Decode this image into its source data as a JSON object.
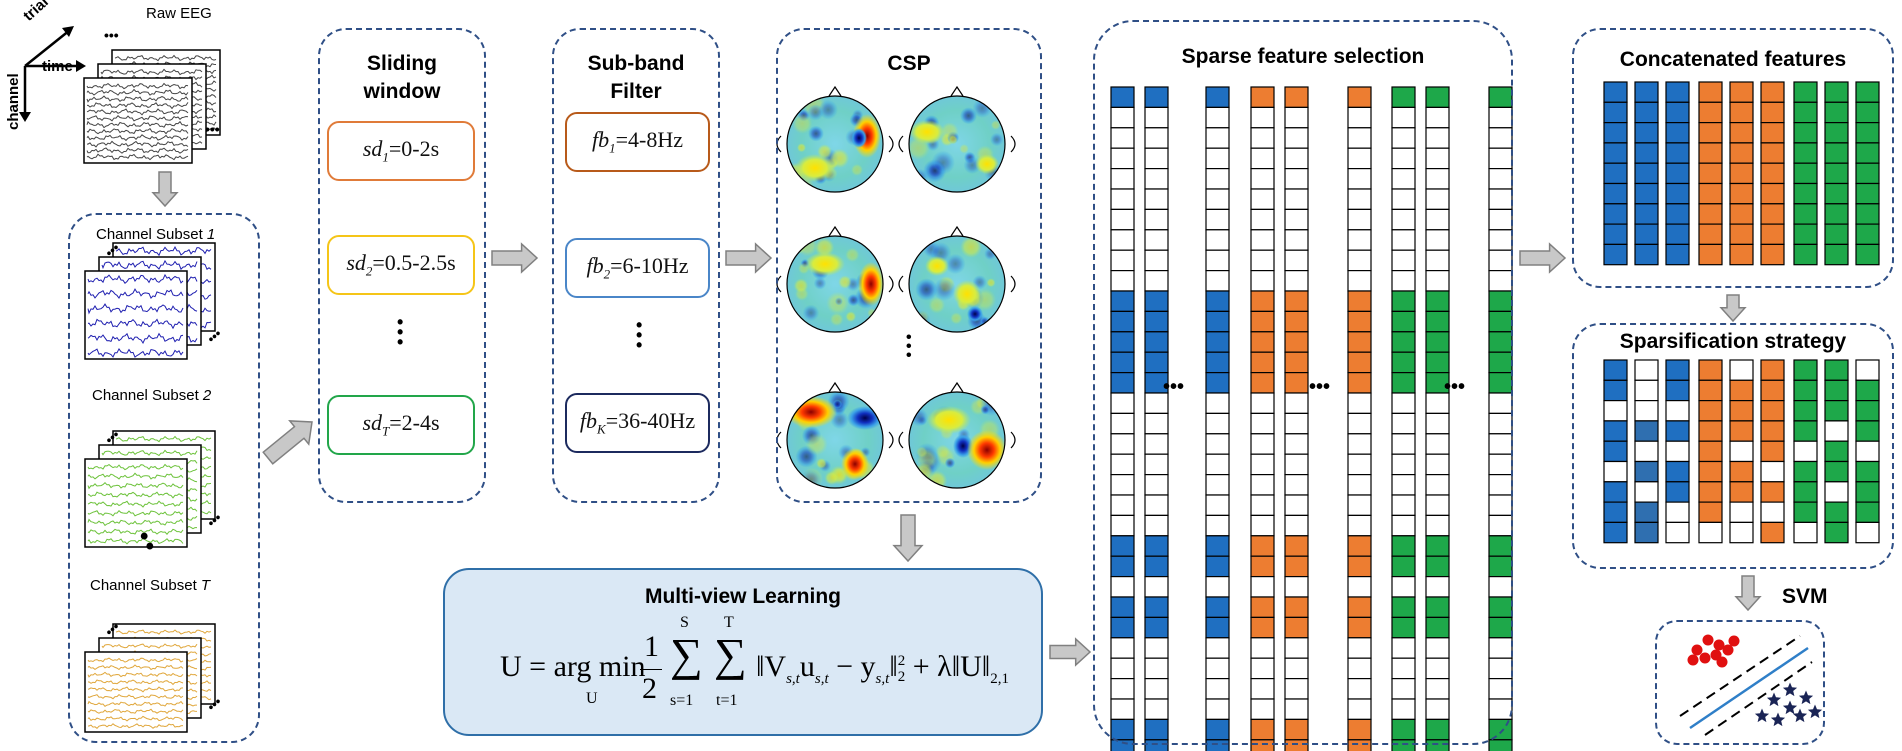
{
  "raw_eeg": {
    "title": "Raw EEG",
    "axis_trial": "trial",
    "axis_time": "time",
    "axis_channel": "channel"
  },
  "channel_subsets": [
    {
      "prefix": "Channel Subset",
      "index": "1",
      "color": "#1f1fb0"
    },
    {
      "prefix": "Channel Subset",
      "index": "2",
      "color": "#6cc23a"
    },
    {
      "prefix": "Channel Subset",
      "index": "T",
      "color": "#e0a73c"
    }
  ],
  "sliding_window": {
    "title_line1": "Sliding",
    "title_line2": "window",
    "items": [
      {
        "name": "sd",
        "sub": "1",
        "range": "=0-2s",
        "color": "#e07b39"
      },
      {
        "name": "sd",
        "sub": "2",
        "range": "=0.5-2.5s",
        "color": "#f5c518"
      },
      {
        "name": "sd",
        "sub": "T",
        "range": "=2-4s",
        "color": "#22a64a"
      }
    ]
  },
  "subband_filter": {
    "title_line1": "Sub-band",
    "title_line2": "Filter",
    "items": [
      {
        "name": "fb",
        "sub": "1",
        "range": "=4-8Hz",
        "color": "#b85a1a"
      },
      {
        "name": "fb",
        "sub": "2",
        "range": "=6-10Hz",
        "color": "#4a86c8"
      },
      {
        "name": "fb",
        "sub": "K",
        "range": "=36-40Hz",
        "color": "#1c2a5e"
      }
    ]
  },
  "csp": {
    "title": "CSP"
  },
  "multiview": {
    "title": "Multi-view Learning",
    "eq_lhs": "U = arg min",
    "eq_min_sub": "U",
    "eq_frac_num": "1",
    "eq_frac_den": "2",
    "eq_sum1_top": "S",
    "eq_sum1_bot": "s=1",
    "eq_sum2_top": "T",
    "eq_sum2_bot": "t=1",
    "eq_body": "‖V",
    "eq_V_sub": "s,t",
    "eq_u": "u",
    "eq_u_sub": "s,t",
    "eq_minus": " − y",
    "eq_y_sub": "s,t",
    "eq_norm_end": "‖",
    "eq_norm_sub": "2",
    "eq_norm_sup": "2",
    "eq_reg": " + λ‖U‖",
    "eq_reg_sub": "2,1"
  },
  "sparse_selection": {
    "title": "Sparse feature selection",
    "ellipsis": "•••"
  },
  "concatenated": {
    "title": "Concatenated features"
  },
  "sparsification": {
    "title": "Sparsification strategy"
  },
  "svm": {
    "title": "SVM"
  },
  "colors": {
    "blue": "#1f6fc1",
    "orange": "#ed7d31",
    "green": "#1ea84a",
    "frame": "#2f4f86",
    "arrow": "#c8c8c8"
  }
}
